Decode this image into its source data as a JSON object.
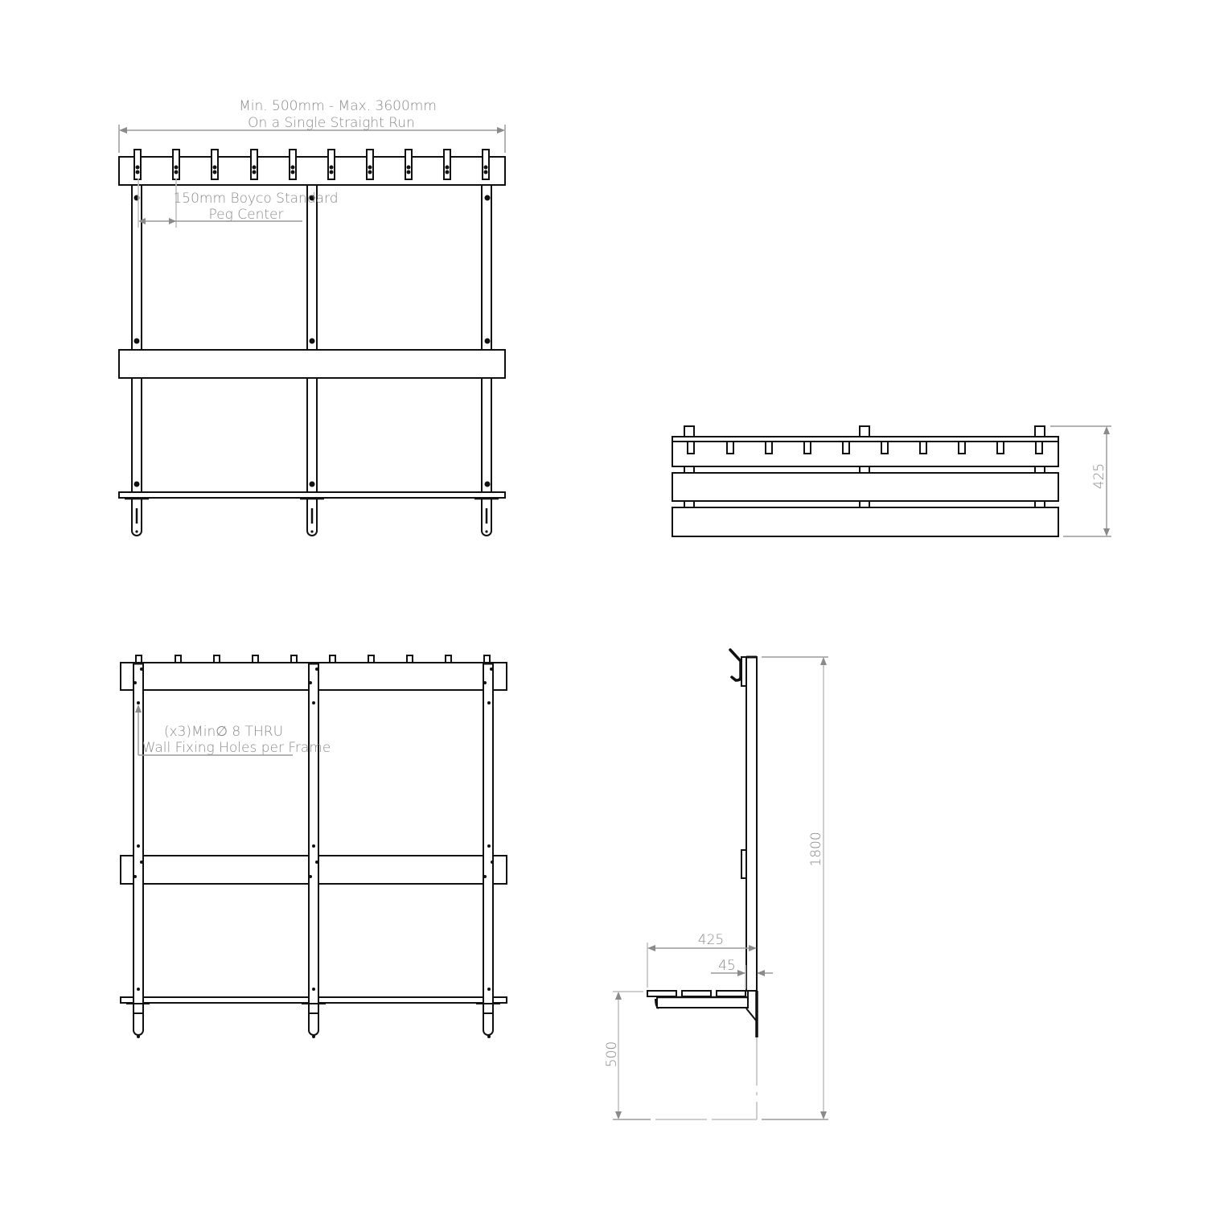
{
  "colors": {
    "line": "#111111",
    "dimension": "#9a9a9a",
    "background": "#ffffff"
  },
  "front_view": {
    "width_label_line1": "Min. 500mm - Max. 3600mm",
    "width_label_line2": "On a Single Straight Run",
    "peg_label_line1": "150mm Boyco Standard",
    "peg_label_line2": "Peg Center",
    "peg_count": 10,
    "frame_count": 3
  },
  "top_view": {
    "depth_label": "425",
    "peg_count": 10
  },
  "rear_view": {
    "holes_label_line1": "(x3)Min∅ 8 THRU",
    "holes_label_line2": "Wall Fixing Holes per Frame",
    "peg_count": 10,
    "frame_count": 3
  },
  "side_view": {
    "seat_depth_label": "425",
    "frame_offset_label": "45",
    "seat_height_label": "500",
    "overall_height_label": "1800"
  }
}
